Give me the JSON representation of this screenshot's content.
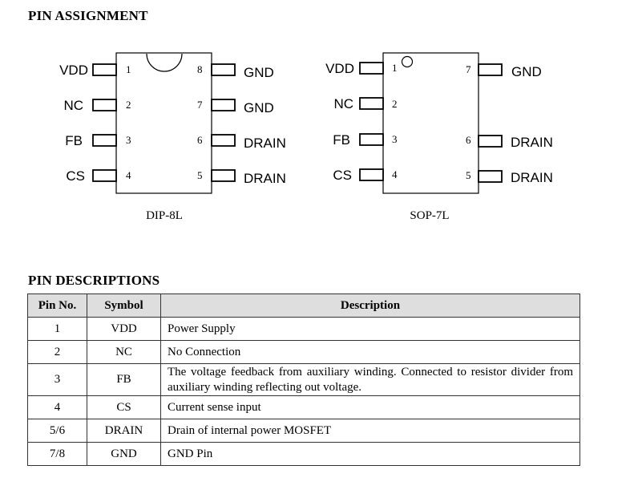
{
  "headings": {
    "pin_assignment": "PIN ASSIGNMENT",
    "pin_descriptions": "PIN DESCRIPTIONS"
  },
  "packages": [
    {
      "name": "DIP-8L",
      "left_pins": [
        {
          "num": "1",
          "label": "VDD"
        },
        {
          "num": "2",
          "label": "NC"
        },
        {
          "num": "3",
          "label": "FB"
        },
        {
          "num": "4",
          "label": "CS"
        }
      ],
      "right_pins": [
        {
          "num": "8",
          "label": "GND"
        },
        {
          "num": "7",
          "label": "GND"
        },
        {
          "num": "6",
          "label": "DRAIN"
        },
        {
          "num": "5",
          "label": "DRAIN"
        }
      ]
    },
    {
      "name": "SOP-7L",
      "left_pins": [
        {
          "num": "1",
          "label": "VDD"
        },
        {
          "num": "2",
          "label": "NC"
        },
        {
          "num": "3",
          "label": "FB"
        },
        {
          "num": "4",
          "label": "CS"
        }
      ],
      "right_pins": [
        {
          "num": "7",
          "label": "GND"
        },
        {
          "num": "6",
          "label": "DRAIN"
        },
        {
          "num": "5",
          "label": "DRAIN"
        }
      ]
    }
  ],
  "table": {
    "headers": [
      "Pin No.",
      "Symbol",
      "Description"
    ],
    "rows": [
      {
        "pin": "1",
        "symbol": "VDD",
        "description": "Power Supply"
      },
      {
        "pin": "2",
        "symbol": "NC",
        "description": "No Connection"
      },
      {
        "pin": "3",
        "symbol": "FB",
        "description": "The voltage feedback from auxiliary winding. Connected to resistor divider from auxiliary winding reflecting out voltage."
      },
      {
        "pin": "4",
        "symbol": "CS",
        "description": "Current sense input"
      },
      {
        "pin": "5/6",
        "symbol": "DRAIN",
        "description": "Drain of internal power MOSFET"
      },
      {
        "pin": "7/8",
        "symbol": "GND",
        "description": "GND Pin"
      }
    ]
  }
}
